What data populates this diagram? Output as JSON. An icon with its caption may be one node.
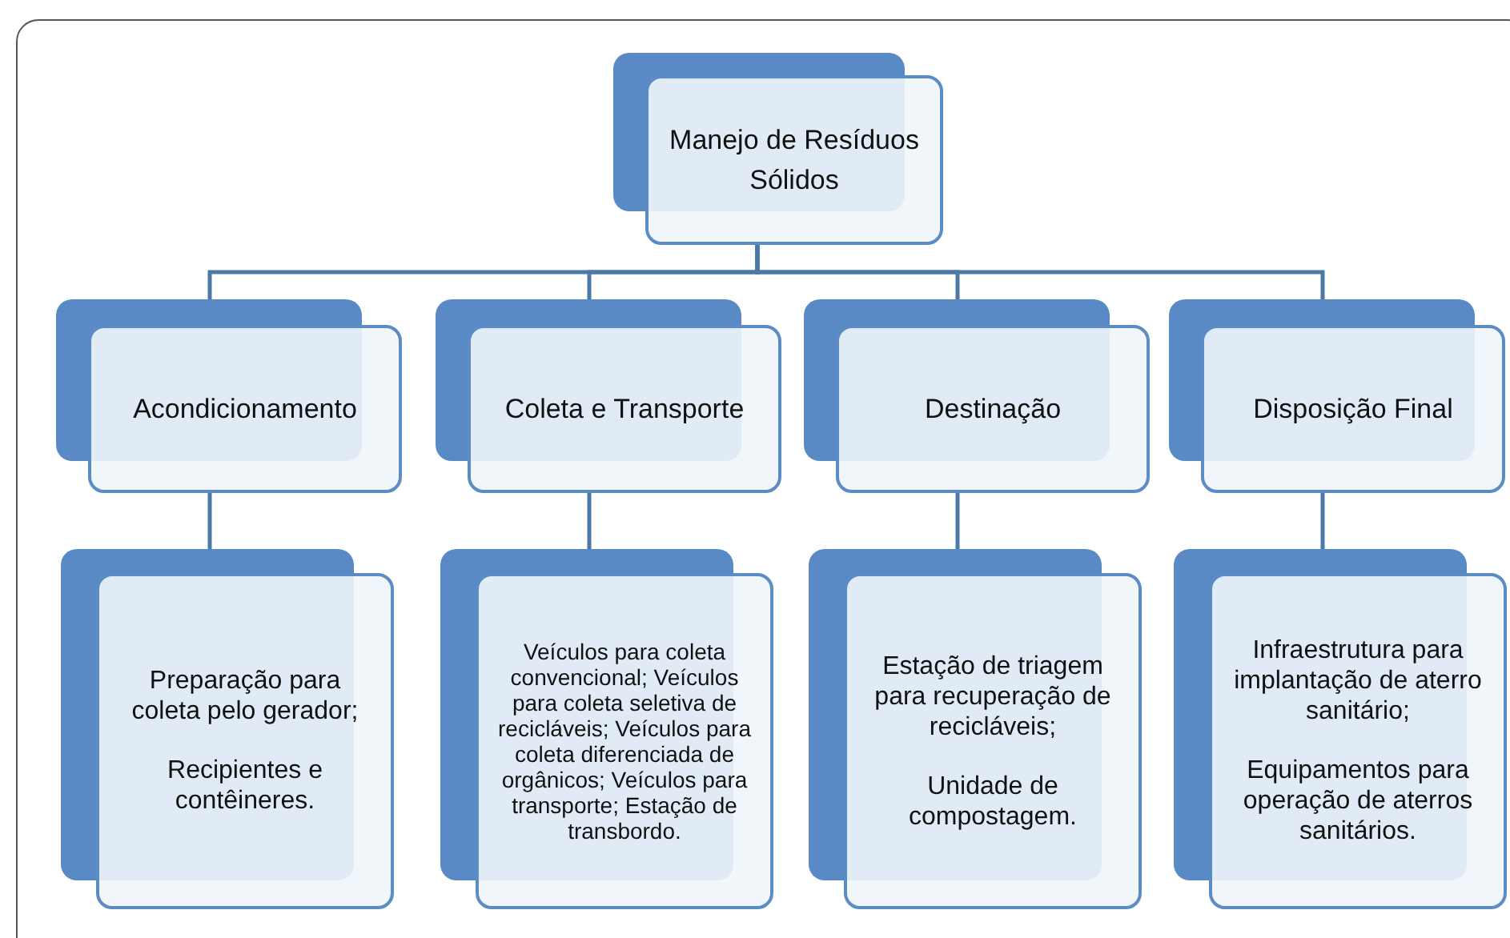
{
  "diagram": {
    "nodes": [
      {
        "text": [
          "Manejo de Resíduos Sólidos"
        ]
      },
      {
        "text": [
          "Acondicionamento"
        ]
      },
      {
        "text": [
          "Coleta e Transporte"
        ]
      },
      {
        "text": [
          "Destinação"
        ]
      },
      {
        "text": [
          "Disposição Final"
        ]
      },
      {
        "text": [
          "Preparação para coleta pelo gerador;",
          "Recipientes e contêineres."
        ]
      },
      {
        "text": [
          "Veículos para coleta convencional; Veículos para coleta seletiva de recicláveis; Veículos para coleta diferenciada de orgânicos; Veículos para transporte; Estação de transbordo."
        ]
      },
      {
        "text": [
          "Estação de triagem para recuperação de recicláveis;",
          "Unidade de compostagem."
        ]
      },
      {
        "text": [
          "Infraestrutura para implantação de aterro sanitário;",
          "Equipamentos para operação de aterros sanitários."
        ]
      }
    ],
    "edges": [
      {
        "from": 0,
        "to": 1,
        "arrow": "none"
      },
      {
        "from": 0,
        "to": 2,
        "arrow": "none"
      },
      {
        "from": 0,
        "to": 3,
        "arrow": "none"
      },
      {
        "from": 0,
        "to": 4,
        "arrow": "none"
      },
      {
        "from": 1,
        "to": 5,
        "arrow": "none"
      },
      {
        "from": 2,
        "to": 6,
        "arrow": "none"
      },
      {
        "from": 3,
        "to": 7,
        "arrow": "none"
      },
      {
        "from": 4,
        "to": 8,
        "arrow": "none"
      }
    ]
  }
}
